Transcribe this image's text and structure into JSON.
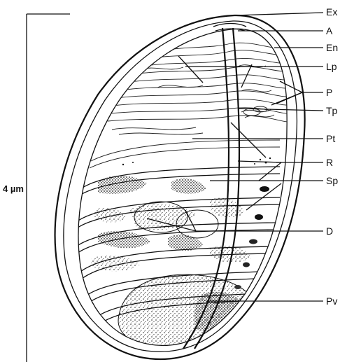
{
  "scale": {
    "label": "4 µm"
  },
  "labels": [
    {
      "key": "ex",
      "text": "Ex"
    },
    {
      "key": "a",
      "text": "A"
    },
    {
      "key": "en",
      "text": "En"
    },
    {
      "key": "lp",
      "text": "Lp"
    },
    {
      "key": "p",
      "text": "P"
    },
    {
      "key": "tp",
      "text": "Tp"
    },
    {
      "key": "pt",
      "text": "Pt"
    },
    {
      "key": "r",
      "text": "R"
    },
    {
      "key": "sp",
      "text": "Sp"
    },
    {
      "key": "d",
      "text": "D"
    },
    {
      "key": "pv",
      "text": "Pv"
    }
  ]
}
